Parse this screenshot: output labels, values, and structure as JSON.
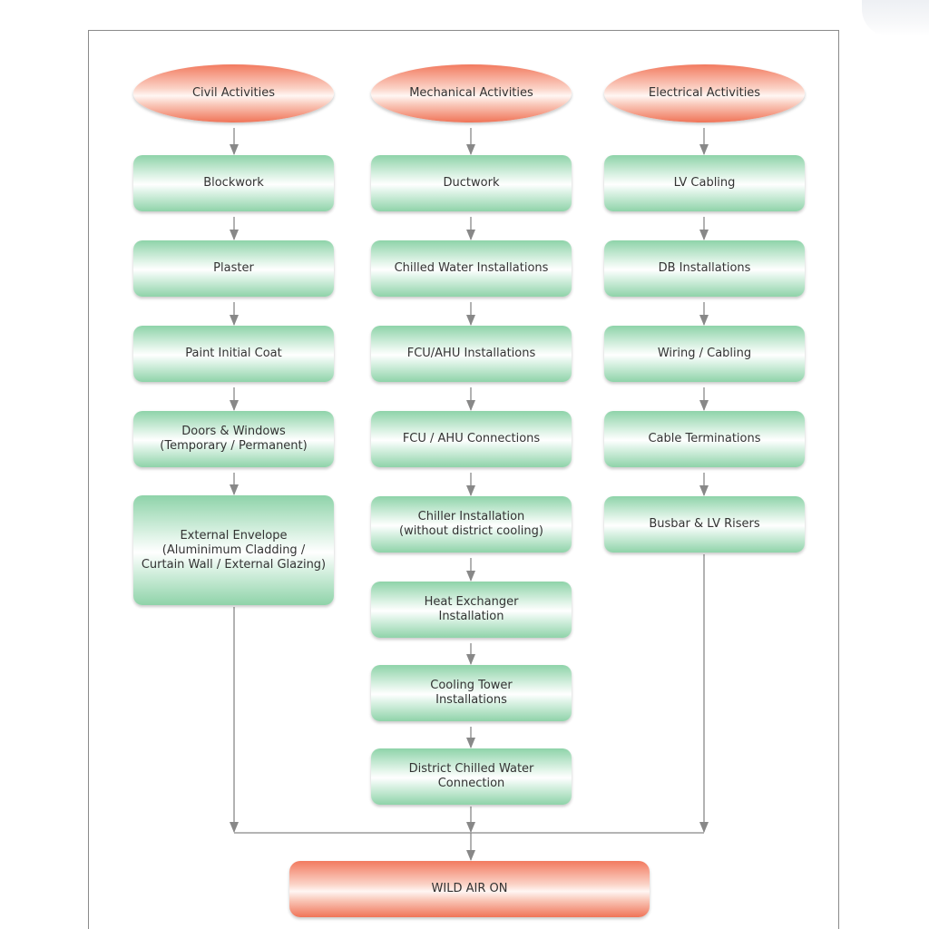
{
  "columns": [
    {
      "header": "Civil Activities",
      "steps": [
        "Blockwork",
        "Plaster",
        "Paint Initial Coat",
        "Doors & Windows\n(Temporary / Permanent)",
        "External Envelope\n(Aluminimum Cladding /\nCurtain Wall / External Glazing)"
      ]
    },
    {
      "header": "Mechanical Activities",
      "steps": [
        "Ductwork",
        "Chilled Water Installations",
        "FCU/AHU Installations",
        "FCU / AHU Connections",
        "Chiller Installation\n(without district cooling)",
        "Heat Exchanger\nInstallation",
        "Cooling Tower\nInstallations",
        "District Chilled Water\nConnection"
      ]
    },
    {
      "header": "Electrical Activities",
      "steps": [
        "LV Cabling",
        "DB Installations",
        "Wiring / Cabling",
        "Cable Terminations",
        "Busbar & LV Risers"
      ]
    }
  ],
  "final": "WILD AIR ON",
  "colors": {
    "header_fill": "#f27a5f",
    "task_fill": "#8ed3a9",
    "connector": "#888888"
  }
}
